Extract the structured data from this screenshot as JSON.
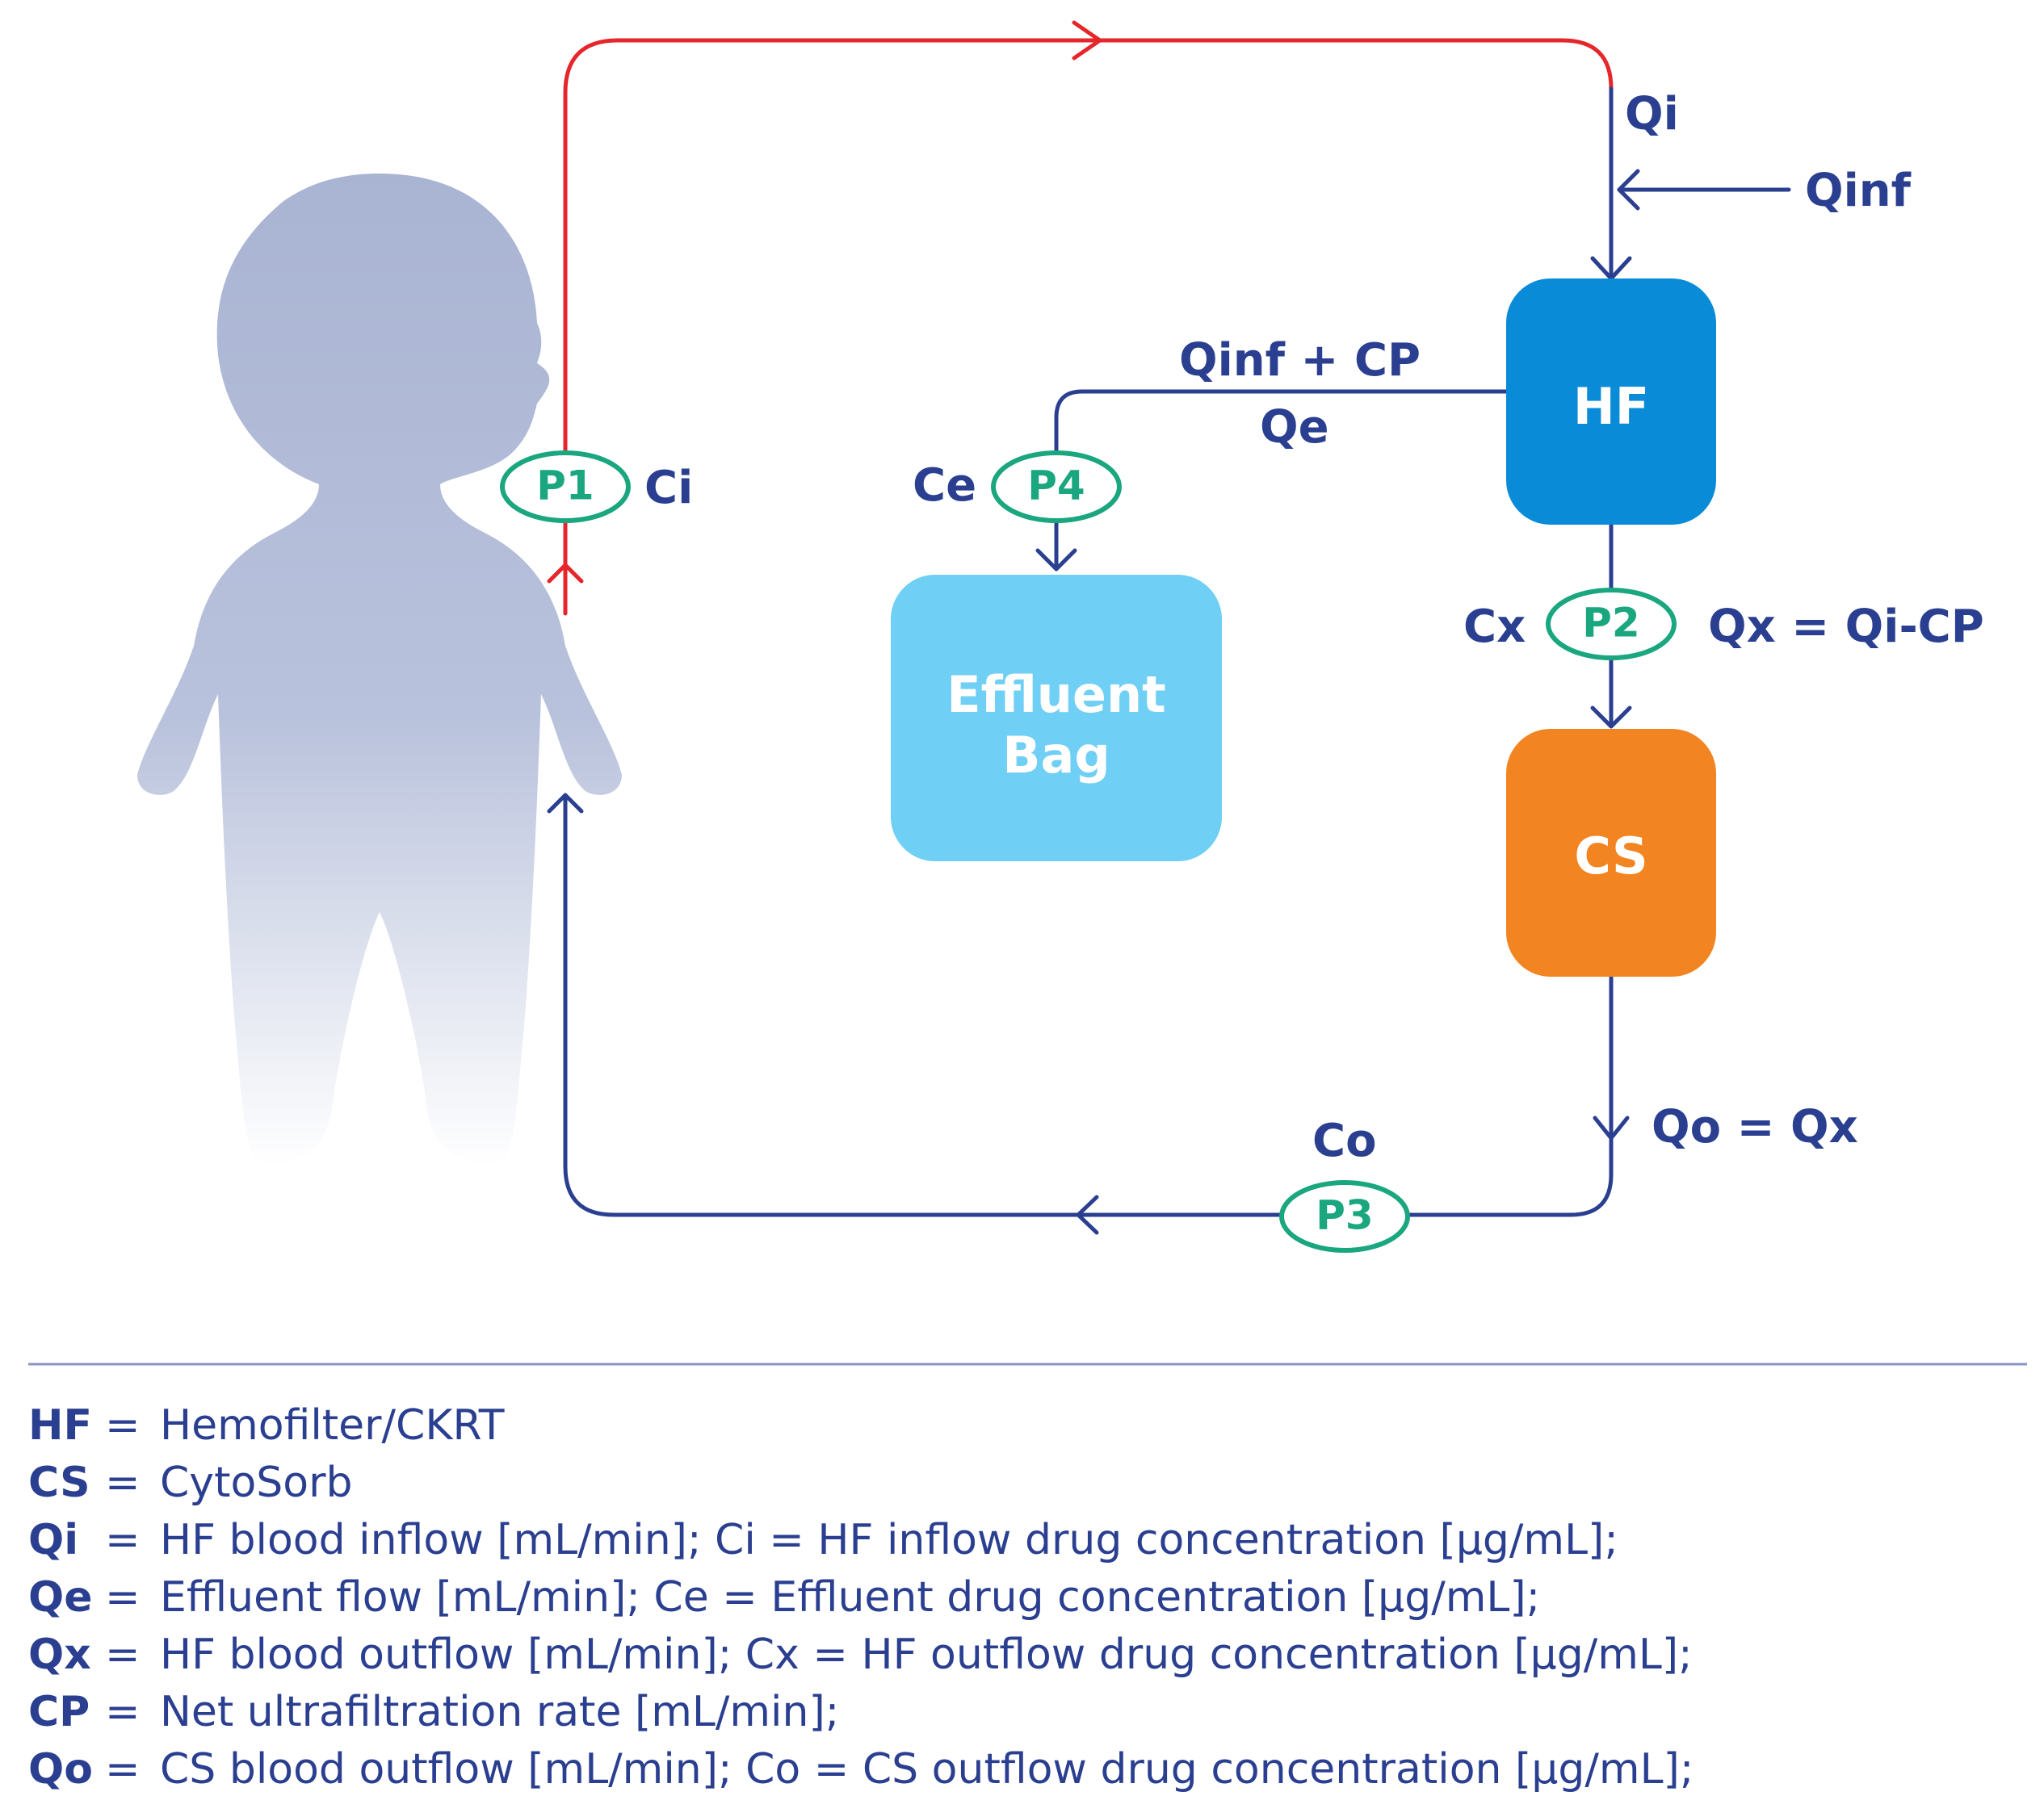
{
  "colors": {
    "arterial_line": "#e5262a",
    "venous_line": "#2b3f91",
    "port": "#1aa67f",
    "hf_box": "#0a8bd8",
    "effluent_box": "#6fcff5",
    "cs_box": "#f28522",
    "child_silhouette": "#a9b4d3",
    "divider": "#8a94c8"
  },
  "nodes": {
    "hf": "HF",
    "cs": "CS",
    "effluent_line1": "Effluent",
    "effluent_line2": "Bag"
  },
  "ports": {
    "p1": "P1",
    "p2": "P2",
    "p3": "P3",
    "p4": "P4"
  },
  "labels": {
    "qi": "Qi",
    "qinf": "Qinf",
    "qinf_cp": "Qinf + CP",
    "qe": "Qe",
    "ci": "Ci",
    "ce": "Ce",
    "cx": "Cx",
    "qx": "Qx = Qi-CP",
    "qo": "Qo = Qx",
    "co": "Co"
  },
  "legend": [
    {
      "term": "HF",
      "sep": "=",
      "definition": "Hemofilter/CKRT"
    },
    {
      "term": "CS",
      "sep": "=",
      "definition": "CytoSorb"
    },
    {
      "term": "Qi",
      "sep": "=",
      "definition": "HF blood inflow [mL/min]; Ci = HF inflow drug concentration [µg/mL];"
    },
    {
      "term": "Qe",
      "sep": "=",
      "definition": "Effluent flow [mL/min]; Ce = Effluent drug concentration [µg/mL];"
    },
    {
      "term": "Qx",
      "sep": "=",
      "definition": "HF blood outflow [mL/min]; Cx = HF outflow drug concentration [µg/mL];"
    },
    {
      "term": "CP",
      "sep": "=",
      "definition": "Net ultrafiltration rate [mL/min];"
    },
    {
      "term": "Qo",
      "sep": "=",
      "definition": "CS blood outflow [mL/min]; Co = CS outflow drug concentration [µg/mL];"
    }
  ]
}
